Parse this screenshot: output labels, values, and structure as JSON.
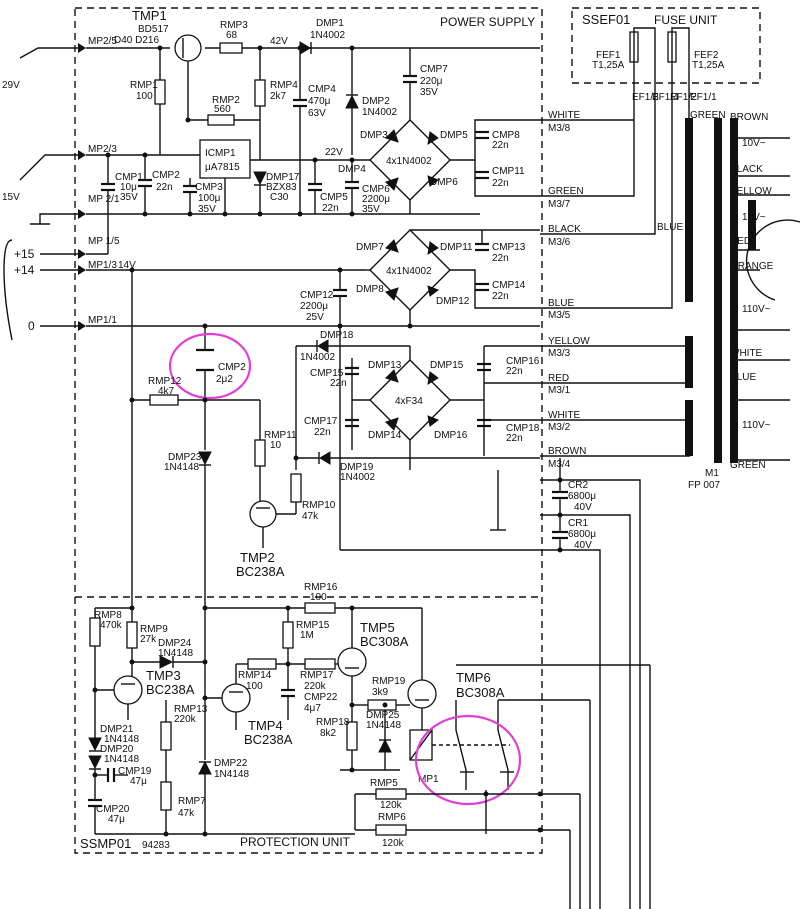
{
  "units": {
    "power_supply": "POWER SUPPLY",
    "fuse_unit_id": "SSEF01",
    "fuse_unit": "FUSE UNIT",
    "protection_id": "SSMP01",
    "protection_code": "94283",
    "protection_unit": "PROTECTION UNIT"
  },
  "fuses": [
    {
      "ref": "FEF1",
      "rating": "T1,25A"
    },
    {
      "ref": "FEF2",
      "rating": "T1,25A"
    }
  ],
  "fuse_pins": [
    "EF1/3",
    "EF1/4",
    "EF1/2",
    "EF1/1"
  ],
  "ext_pins": [
    {
      "label": "MP2/5",
      "ext": "29V"
    },
    {
      "label": "MP2/3",
      "ext": "15V"
    },
    {
      "label": "MP 2/1"
    },
    {
      "label": "MP 1/5",
      "ext": "+15"
    },
    {
      "label": "MP1/3",
      "ext": "+14"
    },
    {
      "label": "MP1/1",
      "ext": "0"
    }
  ],
  "rails": [
    "42V",
    "22V",
    "14V"
  ],
  "connectors": [
    {
      "label": "M3/8",
      "color": "WHITE"
    },
    {
      "label": "M3/7",
      "color": "GREEN"
    },
    {
      "label": "M3/6",
      "color": "BLACK"
    },
    {
      "label": "M3/5",
      "color": "BLUE"
    },
    {
      "label": "M3/3",
      "color": "YELLOW"
    },
    {
      "label": "M3/1",
      "color": "RED"
    },
    {
      "label": "M3/2",
      "color": "WHITE"
    },
    {
      "label": "M3/4",
      "color": "BROWN"
    }
  ],
  "transformer": {
    "ref": "M1",
    "type": "FP 007",
    "wire_labels": [
      "GREEN",
      "BLUE",
      "BROWN",
      "BLACK",
      "YELLOW",
      "RED",
      "ORANGE",
      "WHITE",
      "BLUE",
      "GREEN"
    ],
    "taps": [
      "10V~",
      "10V~",
      "110V~",
      "110V~"
    ]
  },
  "components": {
    "TMP1": {
      "ref": "TMP1",
      "values": [
        "BD517",
        "D40 D216"
      ]
    },
    "RMP3": {
      "ref": "RMP3",
      "value": "68"
    },
    "DMP1": {
      "ref": "DMP1",
      "value": "1N4002"
    },
    "RMP1": {
      "ref": "RMP1",
      "value": "100"
    },
    "RMP2": {
      "ref": "RMP2",
      "value": "560"
    },
    "RMP4": {
      "ref": "RMP4",
      "value": "2k7"
    },
    "CMP4": {
      "ref": "CMP4",
      "values": [
        "470μ",
        "63V"
      ]
    },
    "DMP2": {
      "ref": "DMP2",
      "value": "1N4002"
    },
    "CMP7": {
      "ref": "CMP7",
      "values": [
        "220μ",
        "35V"
      ]
    },
    "ICMP1": {
      "ref": "ICMP1",
      "value": "μA7815"
    },
    "DMP17": {
      "ref": "DMP17",
      "value": "BZX83",
      "value2": "C30"
    },
    "CMP1": {
      "ref": "CMP1",
      "values": [
        "10μ",
        "35V"
      ]
    },
    "CMP2a": {
      "ref": "CMP2",
      "value": "22n"
    },
    "CMP3": {
      "ref": "CMP3",
      "values": [
        "100μ",
        "35V"
      ]
    },
    "CMP5": {
      "ref": "CMP5",
      "value": "22n"
    },
    "CMP6": {
      "ref": "CMP6",
      "values": [
        "2200μ",
        "35V"
      ]
    },
    "BR1": {
      "refs": [
        "DMP3",
        "DMP4",
        "DMP5",
        "DMP6"
      ],
      "value": "4x1N4002"
    },
    "CMP8": {
      "ref": "CMP8",
      "value": "22n"
    },
    "CMP11": {
      "ref": "CMP11",
      "value": "22n"
    },
    "BR2": {
      "refs": [
        "DMP7",
        "DMP8",
        "DMP11",
        "DMP12"
      ],
      "value": "4x1N4002"
    },
    "CMP13": {
      "ref": "CMP13",
      "value": "22n"
    },
    "CMP14": {
      "ref": "CMP14",
      "value": "22n"
    },
    "CMP12": {
      "ref": "CMP12",
      "values": [
        "2200μ",
        "25V"
      ]
    },
    "DMP18": {
      "ref": "DMP18",
      "value": "1N4002"
    },
    "CMP15": {
      "ref": "CMP15",
      "value": "22n"
    },
    "BR3": {
      "refs": [
        "DMP13",
        "DMP14",
        "DMP15",
        "DMP16"
      ],
      "value": "4xF34"
    },
    "CMP16": {
      "ref": "CMP16",
      "value": "22n"
    },
    "CMP17": {
      "ref": "CMP17",
      "value": "22n"
    },
    "CMP18": {
      "ref": "CMP18",
      "value": "22n"
    },
    "DMP19": {
      "ref": "DMP19",
      "value": "1N4002"
    },
    "CMP2b": {
      "ref": "CMP2",
      "value": "2μ2"
    },
    "RMP12": {
      "ref": "RMP12",
      "value": "4k7"
    },
    "DMP23": {
      "ref": "DMP23",
      "value": "1N4148"
    },
    "RMP11": {
      "ref": "RMP11",
      "value": "10"
    },
    "RMP10": {
      "ref": "RMP10",
      "value": "47k"
    },
    "TMP2": {
      "ref": "TMP2",
      "value": "BC238A"
    },
    "CR2": {
      "ref": "CR2",
      "values": [
        "6800μ",
        "40V"
      ]
    },
    "CR1": {
      "ref": "CR1",
      "values": [
        "6800μ",
        "40V"
      ]
    },
    "RMP16": {
      "ref": "RMP16",
      "value": "100"
    },
    "RMP8": {
      "ref": "RMP8",
      "value": "470k"
    },
    "RMP9": {
      "ref": "RMP9",
      "value": "27k"
    },
    "DMP24": {
      "ref": "DMP24",
      "value": "1N4148"
    },
    "RMP15": {
      "ref": "RMP15",
      "value": "1M"
    },
    "TMP5": {
      "ref": "TMP5",
      "value": "BC308A"
    },
    "TMP3": {
      "ref": "TMP3",
      "value": "BC238A"
    },
    "RMP14": {
      "ref": "RMP14",
      "value": "100"
    },
    "RMP17": {
      "ref": "RMP17",
      "value": "220k"
    },
    "CMP22": {
      "ref": "CMP22",
      "value": "4μ7"
    },
    "RMP19": {
      "ref": "RMP19",
      "value": "3k9"
    },
    "TMP6": {
      "ref": "TMP6",
      "value": "BC308A"
    },
    "RMP13": {
      "ref": "RMP13",
      "value": "220k"
    },
    "TMP4": {
      "ref": "TMP4",
      "value": "BC238A"
    },
    "RMP18": {
      "ref": "RMP18",
      "value": "8k2"
    },
    "DMP25": {
      "ref": "DMP25",
      "value": "1N4148"
    },
    "DMP21": {
      "ref": "DMP21",
      "value": "1N4148"
    },
    "DMP20": {
      "ref": "DMP20",
      "value": "1N4148"
    },
    "CMP19": {
      "ref": "CMP19",
      "value": "47μ"
    },
    "CMP20": {
      "ref": "CMP20",
      "value": "47μ"
    },
    "RMP7": {
      "ref": "RMP7",
      "value": "47k"
    },
    "DMP22": {
      "ref": "DMP22",
      "value": "1N4148"
    },
    "RMP5": {
      "ref": "RMP5",
      "value": "120k"
    },
    "RMP6": {
      "ref": "RMP6",
      "value": "120k"
    },
    "MP1": {
      "ref": "MP1"
    }
  },
  "highlight_color": "#e040d8"
}
